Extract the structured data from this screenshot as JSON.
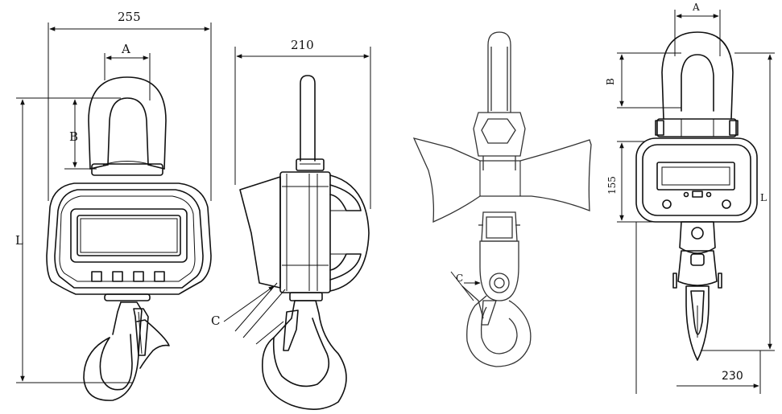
{
  "left_drawing": {
    "front_view": {
      "width_label": "255",
      "shackle_label": "A",
      "shackle_height_label": "B",
      "overall_length_label": "L"
    },
    "side_view": {
      "depth_label": "210",
      "hook_label": "C"
    }
  },
  "right_drawing": {
    "side_view": {
      "hook_label": "C"
    },
    "front_view": {
      "shackle_label": "A",
      "shackle_height_label": "B",
      "body_height_label": "155",
      "overall_length_label": "L",
      "width_label": "230"
    }
  }
}
